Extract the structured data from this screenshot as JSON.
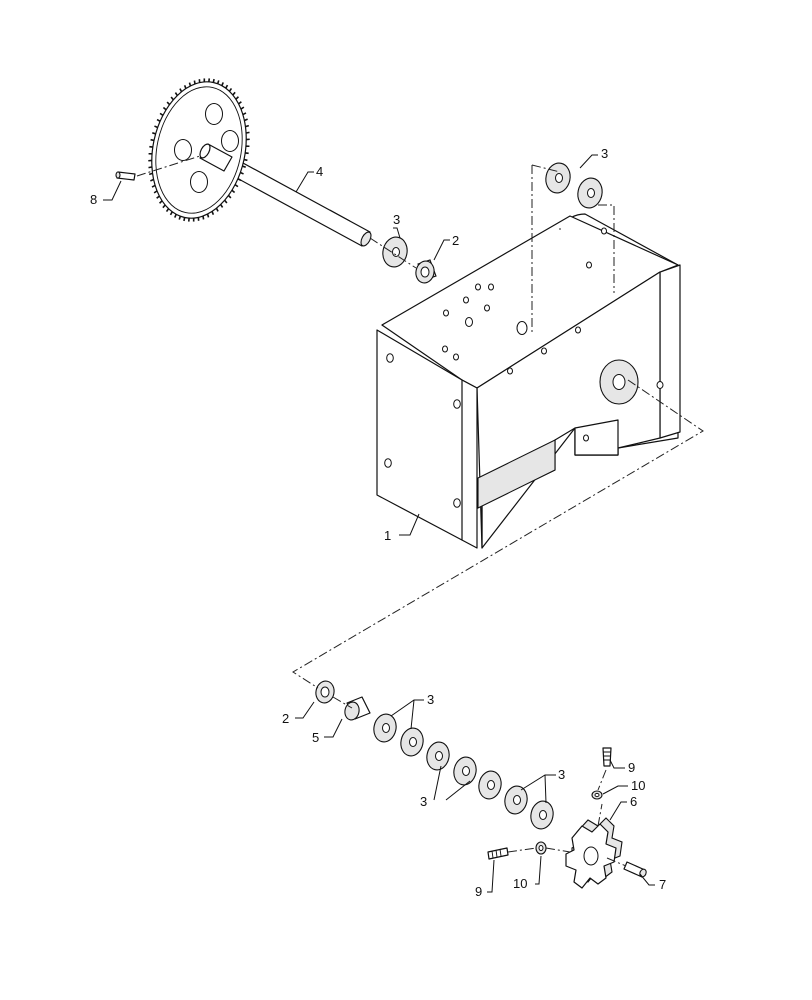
{
  "diagram": {
    "callouts": [
      {
        "id": "c1",
        "text": "1"
      },
      {
        "id": "c2a",
        "text": "2"
      },
      {
        "id": "c2b",
        "text": "2"
      },
      {
        "id": "c3a",
        "text": "3"
      },
      {
        "id": "c3b",
        "text": "3"
      },
      {
        "id": "c3c",
        "text": "3"
      },
      {
        "id": "c3d",
        "text": "3"
      },
      {
        "id": "c3e",
        "text": "3"
      },
      {
        "id": "c4",
        "text": "4"
      },
      {
        "id": "c5",
        "text": "5"
      },
      {
        "id": "c6",
        "text": "6"
      },
      {
        "id": "c7",
        "text": "7"
      },
      {
        "id": "c8",
        "text": "8"
      },
      {
        "id": "c9a",
        "text": "9"
      },
      {
        "id": "c9b",
        "text": "9"
      },
      {
        "id": "c10a",
        "text": "10"
      },
      {
        "id": "c10b",
        "text": "10"
      }
    ]
  }
}
